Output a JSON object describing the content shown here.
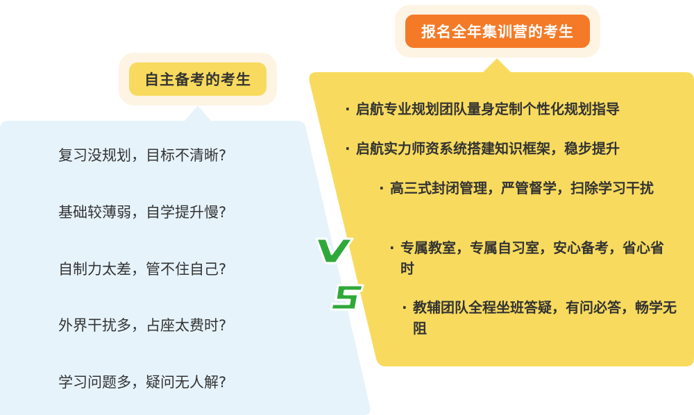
{
  "left_panel": {
    "badge": "自主备考的考生",
    "items": [
      "复习没规划，目标不清晰?",
      "基础较薄弱，自学提升慢?",
      "自制力太差，管不住自己?",
      "外界干扰多，占座太费时?",
      "学习问题多，疑问无人解?"
    ]
  },
  "right_panel": {
    "badge": "报名全年集训营的考生",
    "bullet": "·",
    "items": [
      "启航专业规划团队量身定制个性化规划指导",
      "启航实力师资系统搭建知识框架，稳步提升",
      "高三式封闭管理，严管督学，扫除学习干扰",
      "专属教室，专属自习室，安心备考，省心省时",
      "教辅团队全程坐班答疑，有问必答，畅学无阻"
    ]
  },
  "vs_label": "VS",
  "colors": {
    "left_panel_bg": "#e6f3fb",
    "right_panel_bg": "#f8db5e",
    "left_badge_bg": "#f8db5e",
    "right_badge_bg": "#f47a28",
    "vs_green": "#2fa83a",
    "text": "#333333"
  }
}
